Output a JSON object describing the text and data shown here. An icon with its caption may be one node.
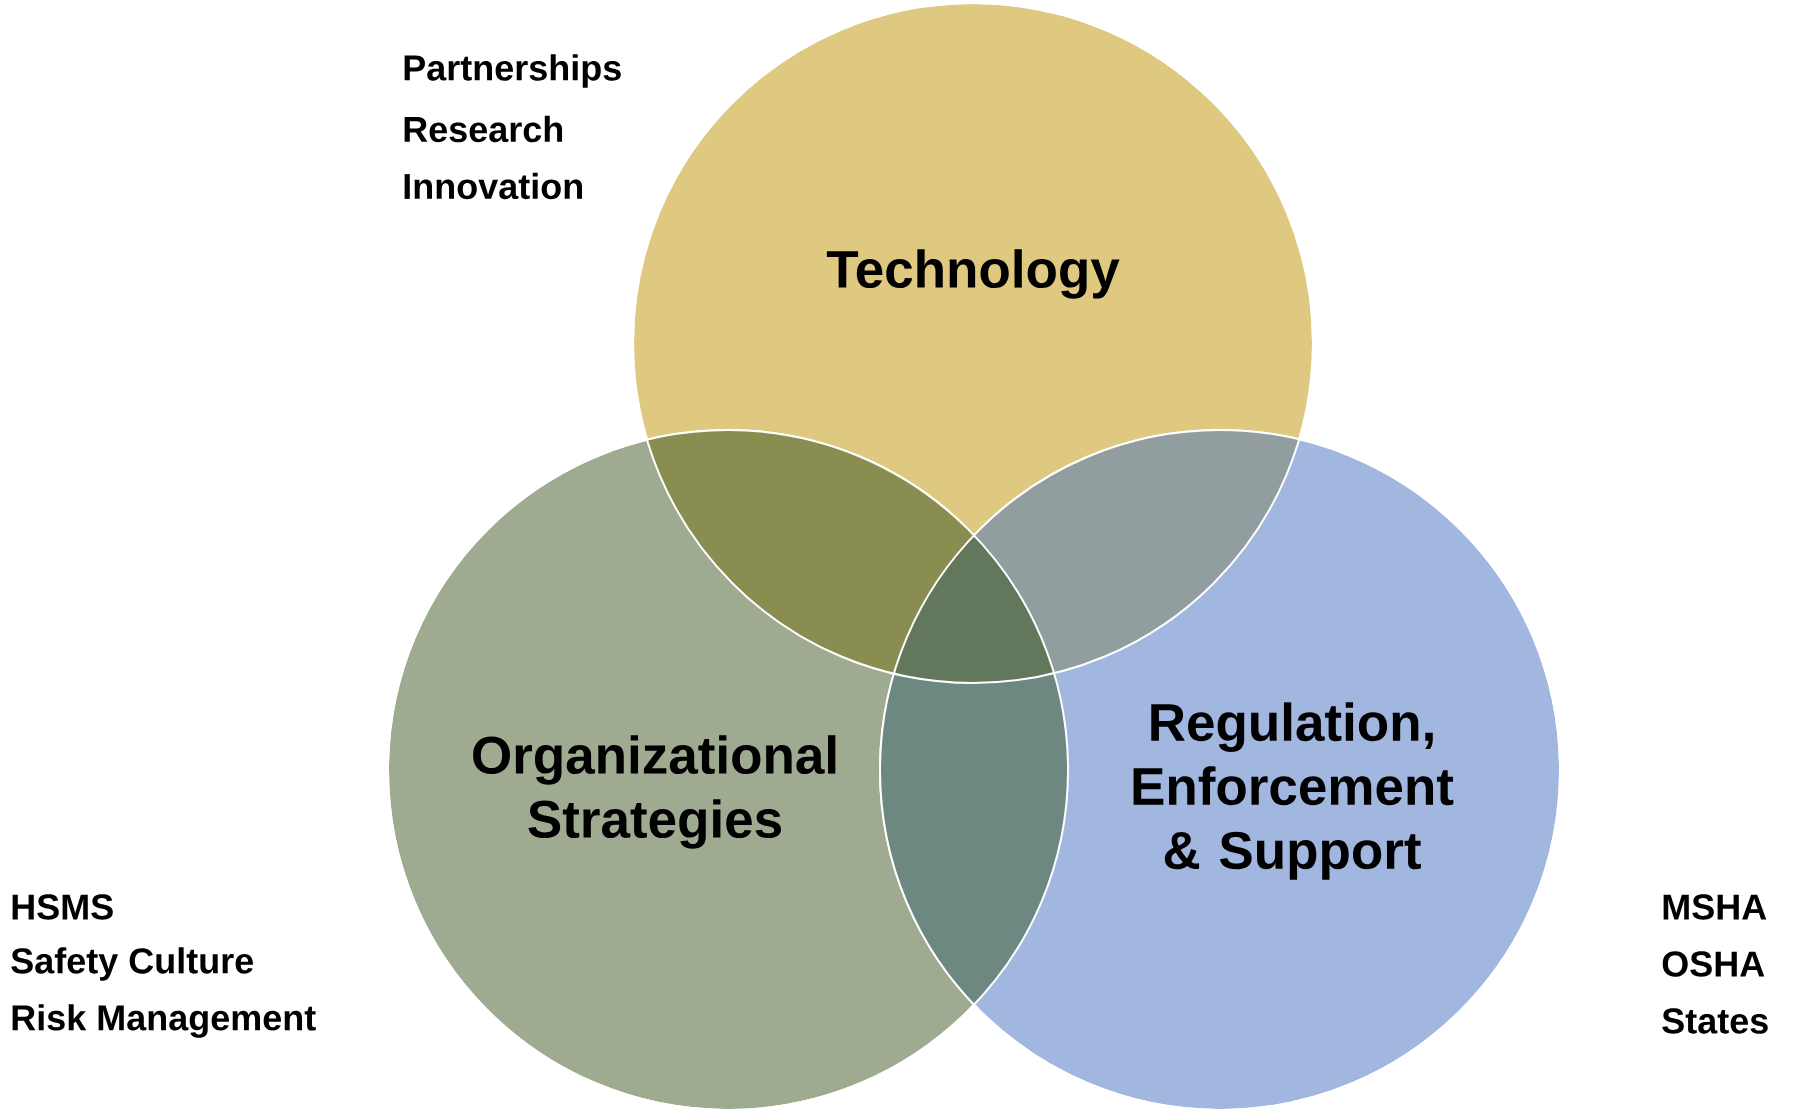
{
  "diagram": {
    "nodes": [
      {
        "text": [
          "Technology"
        ],
        "beside": [
          "Partnerships",
          "Research",
          "Innovation"
        ]
      },
      {
        "text": [
          "Organizational Strategies"
        ],
        "beside": [
          "HSMS",
          "Safety Culture",
          "Risk Management"
        ]
      },
      {
        "text": [
          "Regulation, Enforcement & Support"
        ],
        "beside": [
          "MSHA",
          "OSHA",
          "States"
        ]
      }
    ]
  }
}
